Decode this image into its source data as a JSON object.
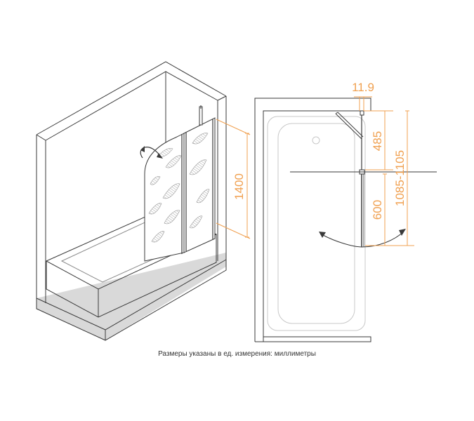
{
  "colors": {
    "line": "#3a3a3a",
    "light_line": "#c8c8c8",
    "floor": "#d9d9d9",
    "dimension": "#f0a050",
    "glass_pattern": "#9a9a9a"
  },
  "perspective_view": {
    "height_label": "1400"
  },
  "plan_view": {
    "wall_thickness_label": "11.9",
    "fixed_width_label": "485",
    "swing_width_label": "600",
    "total_width_label": "1085-1105"
  },
  "caption": "Размеры указаны в ед. измерения: миллиметры"
}
